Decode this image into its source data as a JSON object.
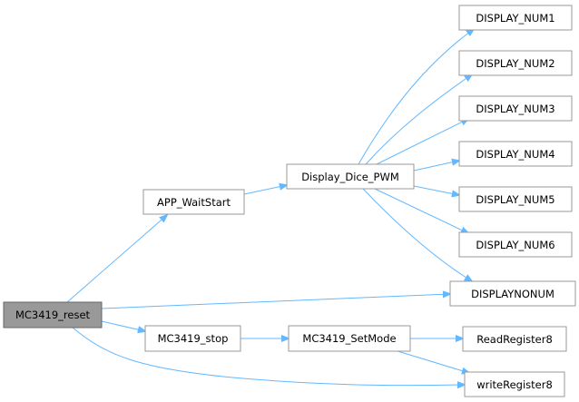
{
  "colors": {
    "edge": "#63b8ff",
    "node_border": "#999999",
    "node_fill": "#ffffff",
    "root_fill": "#999999"
  },
  "nodes": {
    "mc3419_reset": "MC3419_reset",
    "app_waitstart": "APP_WaitStart",
    "display_dice_pwm": "Display_Dice_PWM",
    "display_num1": "DISPLAY_NUM1",
    "display_num2": "DISPLAY_NUM2",
    "display_num3": "DISPLAY_NUM3",
    "display_num4": "DISPLAY_NUM4",
    "display_num5": "DISPLAY_NUM5",
    "display_num6": "DISPLAY_NUM6",
    "displaynonum": "DISPLAYNONUM",
    "mc3419_stop": "MC3419_stop",
    "mc3419_setmode": "MC3419_SetMode",
    "readregister8": "ReadRegister8",
    "writeregister8": "writeRegister8"
  }
}
